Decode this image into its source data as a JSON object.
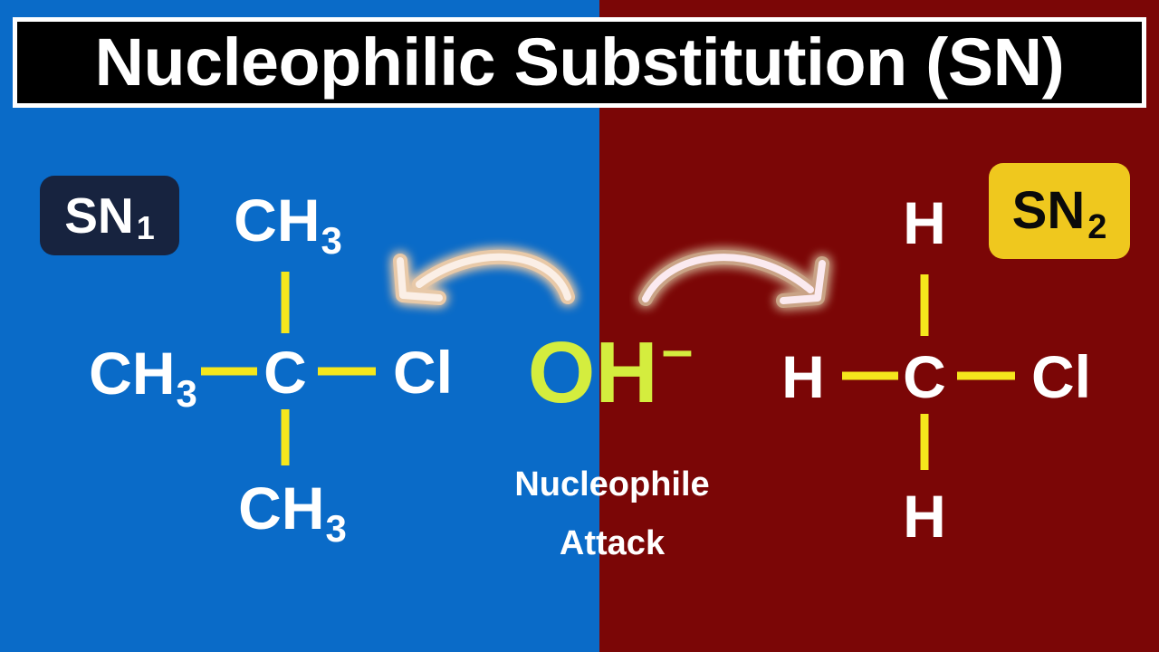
{
  "title": {
    "text": "Nucleophilic Substitution (SN)"
  },
  "colors": {
    "left_panel_bg": "#0A6BC8",
    "right_panel_bg": "#7B0606",
    "bond": "#F5E71C",
    "atom_label": "#FFFFFF",
    "nucleophile": "#D4ED3E",
    "badge_sn1_bg": "#17233F",
    "badge_sn2_bg": "#EFC81E",
    "arrow": "#F7E2D2",
    "title_bar_bg": "#000000",
    "title_bar_border": "#FFFFFF"
  },
  "left_panel": {
    "badge": {
      "base": "SN",
      "subscript": "1"
    },
    "mechanism": "SN1",
    "molecule": {
      "name": "tert-butyl chloride",
      "center": {
        "base": "C",
        "subscript": ""
      },
      "top": {
        "base": "CH",
        "subscript": "3"
      },
      "left": {
        "base": "CH",
        "subscript": "3"
      },
      "right": {
        "base": "Cl",
        "subscript": ""
      },
      "bottom": {
        "base": "CH",
        "subscript": "3"
      }
    }
  },
  "right_panel": {
    "badge": {
      "base": "SN",
      "subscript": "2"
    },
    "mechanism": "SN2",
    "molecule": {
      "name": "chloromethane",
      "center": {
        "base": "C",
        "subscript": ""
      },
      "top": {
        "base": "H",
        "subscript": ""
      },
      "left": {
        "base": "H",
        "subscript": ""
      },
      "right": {
        "base": "Cl",
        "subscript": ""
      },
      "bottom": {
        "base": "H",
        "subscript": ""
      }
    }
  },
  "center": {
    "nucleophile": {
      "formula": "OH",
      "charge": "–"
    },
    "caption_line1": "Nucleophile",
    "caption_line2": "Attack"
  },
  "arrows": {
    "left": {
      "name": "curved-arrow-left",
      "direction": "right-to-left"
    },
    "right": {
      "name": "curved-arrow-right",
      "direction": "left-to-right"
    }
  }
}
